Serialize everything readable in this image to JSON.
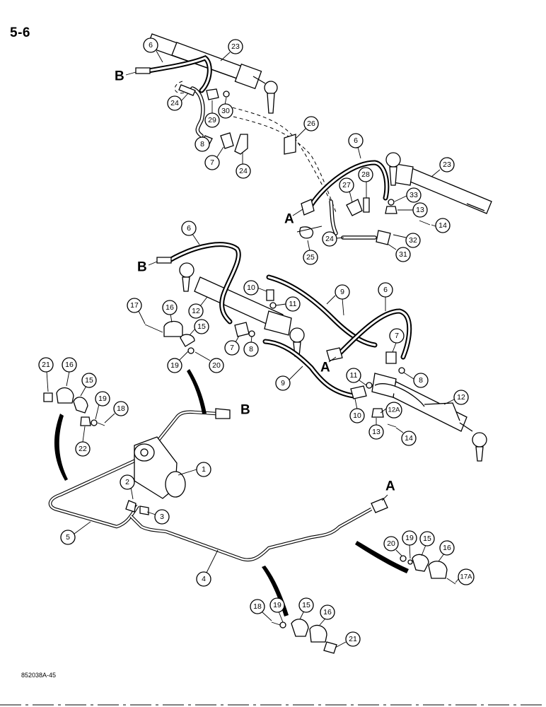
{
  "page_number": "5-6",
  "figure_code": "852038A-45",
  "connection_letters": [
    {
      "id": "b-top",
      "text": "B"
    },
    {
      "id": "a-upper",
      "text": "A"
    },
    {
      "id": "b-mid",
      "text": "B"
    },
    {
      "id": "a-mid",
      "text": "A"
    },
    {
      "id": "b-lower",
      "text": "B"
    },
    {
      "id": "a-lower",
      "text": "A"
    }
  ],
  "callouts": [
    {
      "id": "c-6a",
      "text": "6"
    },
    {
      "id": "c-23a",
      "text": "23"
    },
    {
      "id": "c-24a",
      "text": "24"
    },
    {
      "id": "c-29",
      "text": "29"
    },
    {
      "id": "c-30",
      "text": "30"
    },
    {
      "id": "c-8a",
      "text": "8"
    },
    {
      "id": "c-7a",
      "text": "7"
    },
    {
      "id": "c-24b",
      "text": "24"
    },
    {
      "id": "c-26",
      "text": "26"
    },
    {
      "id": "c-6b",
      "text": "6"
    },
    {
      "id": "c-23b",
      "text": "23"
    },
    {
      "id": "c-28",
      "text": "28"
    },
    {
      "id": "c-27",
      "text": "27"
    },
    {
      "id": "c-33",
      "text": "33"
    },
    {
      "id": "c-13a",
      "text": "13"
    },
    {
      "id": "c-14a",
      "text": "14"
    },
    {
      "id": "c-32",
      "text": "32"
    },
    {
      "id": "c-24c",
      "text": "24"
    },
    {
      "id": "c-31",
      "text": "31"
    },
    {
      "id": "c-25",
      "text": "25"
    },
    {
      "id": "c-6c",
      "text": "6"
    },
    {
      "id": "c-10a",
      "text": "10"
    },
    {
      "id": "c-11a",
      "text": "11"
    },
    {
      "id": "c-9a",
      "text": "9"
    },
    {
      "id": "c-6d",
      "text": "6"
    },
    {
      "id": "c-17",
      "text": "17"
    },
    {
      "id": "c-16a",
      "text": "16"
    },
    {
      "id": "c-12a",
      "text": "12"
    },
    {
      "id": "c-15a",
      "text": "15"
    },
    {
      "id": "c-7b",
      "text": "7"
    },
    {
      "id": "c-8b",
      "text": "8"
    },
    {
      "id": "c-7c",
      "text": "7"
    },
    {
      "id": "c-8c",
      "text": "8"
    },
    {
      "id": "c-19a",
      "text": "19"
    },
    {
      "id": "c-20a",
      "text": "20"
    },
    {
      "id": "c-9b",
      "text": "9"
    },
    {
      "id": "c-11b",
      "text": "11"
    },
    {
      "id": "c-12b",
      "text": "12"
    },
    {
      "id": "c-12A",
      "text": "12A"
    },
    {
      "id": "c-10b",
      "text": "10"
    },
    {
      "id": "c-13b",
      "text": "13"
    },
    {
      "id": "c-14b",
      "text": "14"
    },
    {
      "id": "c-21a",
      "text": "21"
    },
    {
      "id": "c-16b",
      "text": "16"
    },
    {
      "id": "c-15b",
      "text": "15"
    },
    {
      "id": "c-19b",
      "text": "19"
    },
    {
      "id": "c-18a",
      "text": "18"
    },
    {
      "id": "c-22",
      "text": "22"
    },
    {
      "id": "c-1",
      "text": "1"
    },
    {
      "id": "c-2",
      "text": "2"
    },
    {
      "id": "c-3",
      "text": "3"
    },
    {
      "id": "c-5",
      "text": "5"
    },
    {
      "id": "c-4",
      "text": "4"
    },
    {
      "id": "c-20b",
      "text": "20"
    },
    {
      "id": "c-19c",
      "text": "19"
    },
    {
      "id": "c-15c",
      "text": "15"
    },
    {
      "id": "c-16c",
      "text": "16"
    },
    {
      "id": "c-17A",
      "text": "17A"
    },
    {
      "id": "c-18b",
      "text": "18"
    },
    {
      "id": "c-19d",
      "text": "19"
    },
    {
      "id": "c-15d",
      "text": "15"
    },
    {
      "id": "c-16d",
      "text": "16"
    },
    {
      "id": "c-21b",
      "text": "21"
    }
  ]
}
